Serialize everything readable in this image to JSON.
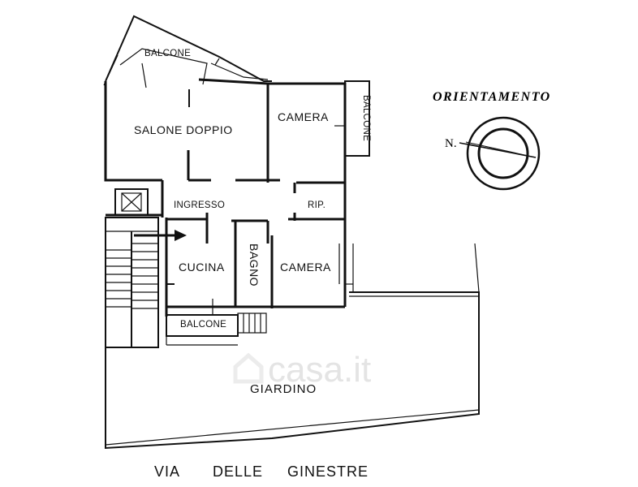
{
  "rooms": {
    "balcone_top": "BALCONE",
    "salone": "SALONE DOPPIO",
    "camera_top": "CAMERA",
    "balcone_right": "BALCONE",
    "ingresso": "INGRESSO",
    "rip": "RIP.",
    "bagno": "BAGNO",
    "cucina": "CUCINA",
    "camera_bottom": "CAMERA",
    "balcone_bottom": "BALCONE",
    "giardino": "GIARDINO"
  },
  "orientation": {
    "title": "ORIENTAMENTO",
    "north": "N."
  },
  "street": {
    "word1": "VIA",
    "word2": "DELLE",
    "word3": "GINESTRE"
  },
  "watermark": "casa.it",
  "icons": [
    "entrance-arrow-icon",
    "compass-icon",
    "house-watermark-icon",
    "lift-icon"
  ]
}
